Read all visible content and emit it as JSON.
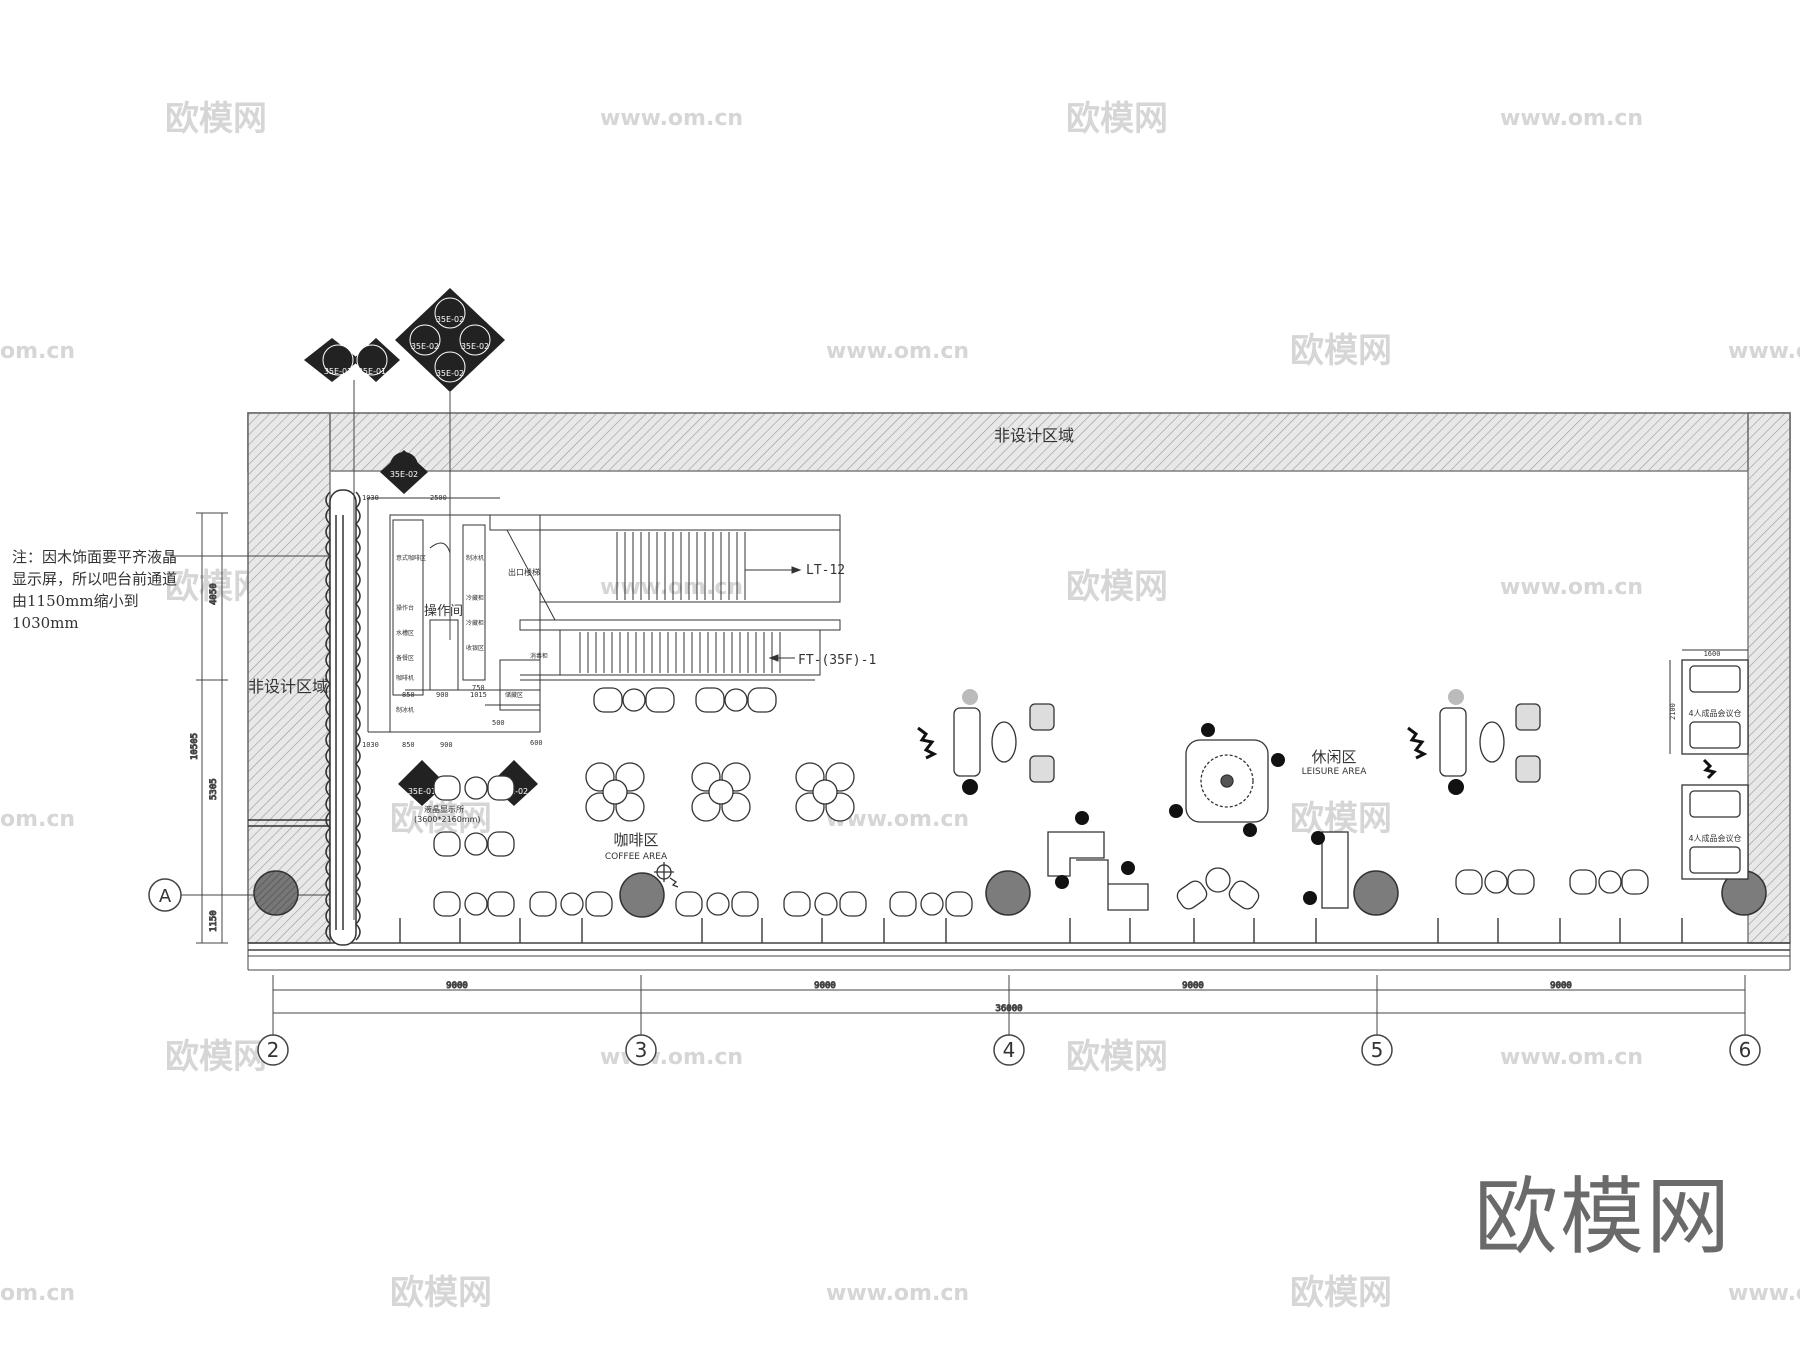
{
  "watermarks": [
    "欧模网",
    "www.om.cn",
    "om.cn"
  ],
  "brand": "欧模网",
  "non_design_top": "非设计区域",
  "non_design_left": "非设计区域",
  "note": "注：因木饰面要平齐液晶显示屏，所以吧台前通道由1150mm缩小到1030mm",
  "operation_room": "操作间",
  "coffee_area_cn": "咖啡区",
  "coffee_area_en": "COFFEE AREA",
  "leisure_area_cn": "休闲区",
  "leisure_area_en": "LEISURE AREA",
  "lcd_wall": "液晶显示所",
  "lcd_size": "(3600*2160mm)",
  "lt_label": "LT-12",
  "ft_label": "FT-(35F)-1",
  "meeting_booth": "4人成品会议仓",
  "index_tags": [
    "35E-01",
    "35E-01",
    "35E-02",
    "35E-02",
    "35E-02",
    "35E-02",
    "35E-02",
    "35E-01",
    "35E-02"
  ],
  "grid_columns": [
    "2",
    "3",
    "4",
    "5",
    "6"
  ],
  "grid_row": "A",
  "bay_dims": [
    "9000",
    "9000",
    "9000",
    "9000"
  ],
  "total_dim": "36000",
  "left_dims": [
    "4050",
    "10505",
    "5305",
    "1150"
  ],
  "bar_dims": [
    "1030",
    "2500",
    "850",
    "900",
    "1015",
    "600",
    "1030",
    "850",
    "900",
    "750",
    "500"
  ],
  "booth_dims": [
    "1600",
    "2100"
  ],
  "kitchen_labels": [
    "意式咖啡区",
    "制冰机",
    "操作台",
    "冷藏柜",
    "水槽区",
    "冷藏柜",
    "备餐区",
    "收银区",
    "咖啡机",
    "制冰机"
  ],
  "stair_note": "出口楼梯",
  "clean_note": "消毒柜",
  "storage_note": "储藏区"
}
